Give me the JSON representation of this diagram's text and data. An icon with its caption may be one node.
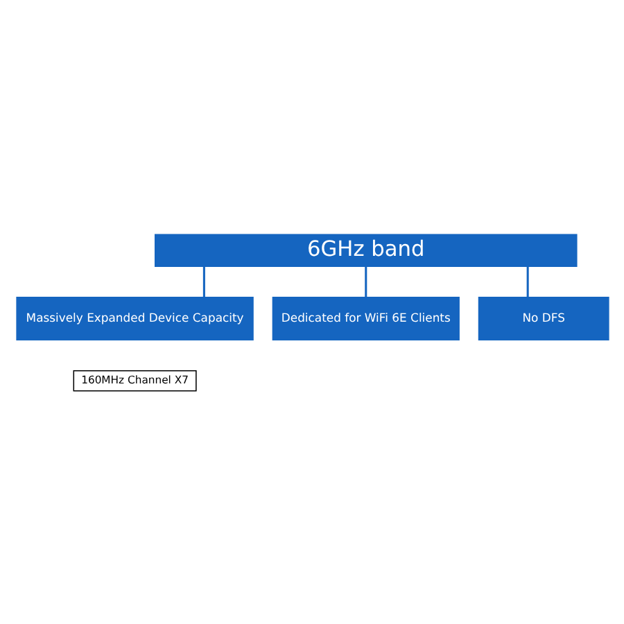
{
  "diagram": {
    "nodes": [
      {
        "text": [
          "6GHz band"
        ]
      },
      {
        "text": [
          "Massively Expanded Device Capacity"
        ]
      },
      {
        "text": [
          "Dedicated for WiFi 6E Clients"
        ]
      },
      {
        "text": [
          "No DFS"
        ]
      }
    ],
    "edges": [
      {
        "from": 0,
        "to": 1,
        "arrow": "none"
      },
      {
        "from": 0,
        "to": 2,
        "arrow": "none"
      },
      {
        "from": 0,
        "to": 3,
        "arrow": "none"
      }
    ],
    "labels": [
      "160MHz Channel X7"
    ]
  }
}
